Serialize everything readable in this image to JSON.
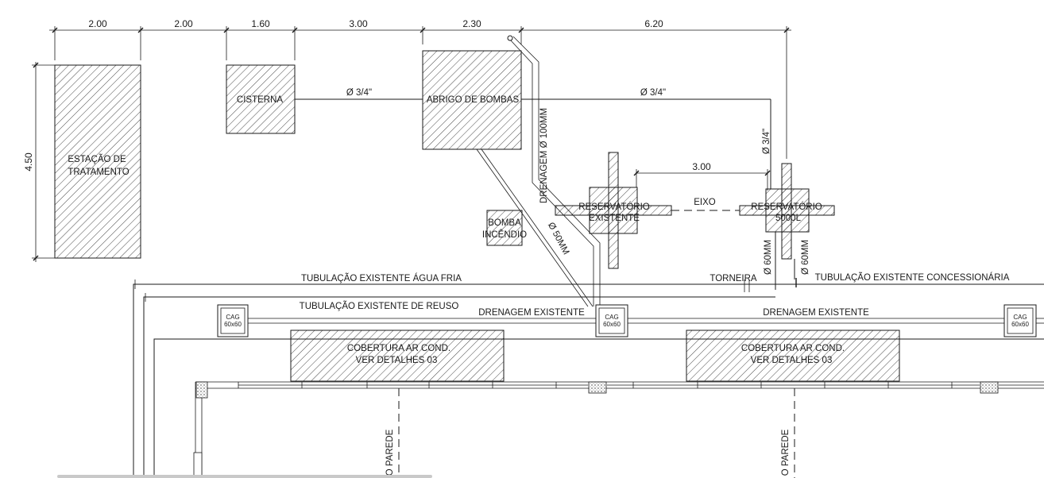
{
  "dimensions": {
    "top": [
      "2.00",
      "2.00",
      "1.60",
      "3.00",
      "2.30",
      "6.20"
    ],
    "left_height": "4.50",
    "between_reservoirs": "3.00"
  },
  "blocks": {
    "estacao": [
      "ESTAÇÃO DE",
      "TRATAMENTO"
    ],
    "cisterna": "CISTERNA",
    "abrigo": "ABRIGO DE BOMBAS",
    "bomba": [
      "BOMBA",
      "INCÊNDIO"
    ],
    "res_existente": [
      "RESERVATÓRIO",
      "EXISTENTE"
    ],
    "res_5000": [
      "RESERVATÓRIO",
      "5000L"
    ],
    "cobertura": [
      "COBERTURA AR COND.",
      "VER DETALHES 03"
    ]
  },
  "pipes": {
    "cisterna_abrigo": "Ø 3/4\"",
    "abrigo_res": "Ø 3/4\"",
    "vertical_3_4": "Ø 3/4\"",
    "drenagem_100": "DRENAGEM Ø 100MM",
    "diag_50": "Ø 50MM",
    "eixo": "EIXO",
    "v60_a": "Ø 60MM",
    "v60_b": "Ø 60MM"
  },
  "lines": {
    "agua_fria": "TUBULAÇÃO EXISTENTE ÁGUA FRIA",
    "torneira": "TORNEIRA",
    "concessionaria": "TUBULAÇÃO EXISTENTE CONCESSIONÁRIA",
    "reuso": "TUBULAÇÃO EXISTENTE DE REUSO",
    "drenagem_1": "DRENAGEM EXISTENTE",
    "drenagem_2": "DRENAGEM EXISTENTE"
  },
  "cag": {
    "label": "CAG",
    "size": "60x60"
  },
  "walls": {
    "parede_1": "O PAREDE",
    "parede_2": "O PAREDE"
  }
}
